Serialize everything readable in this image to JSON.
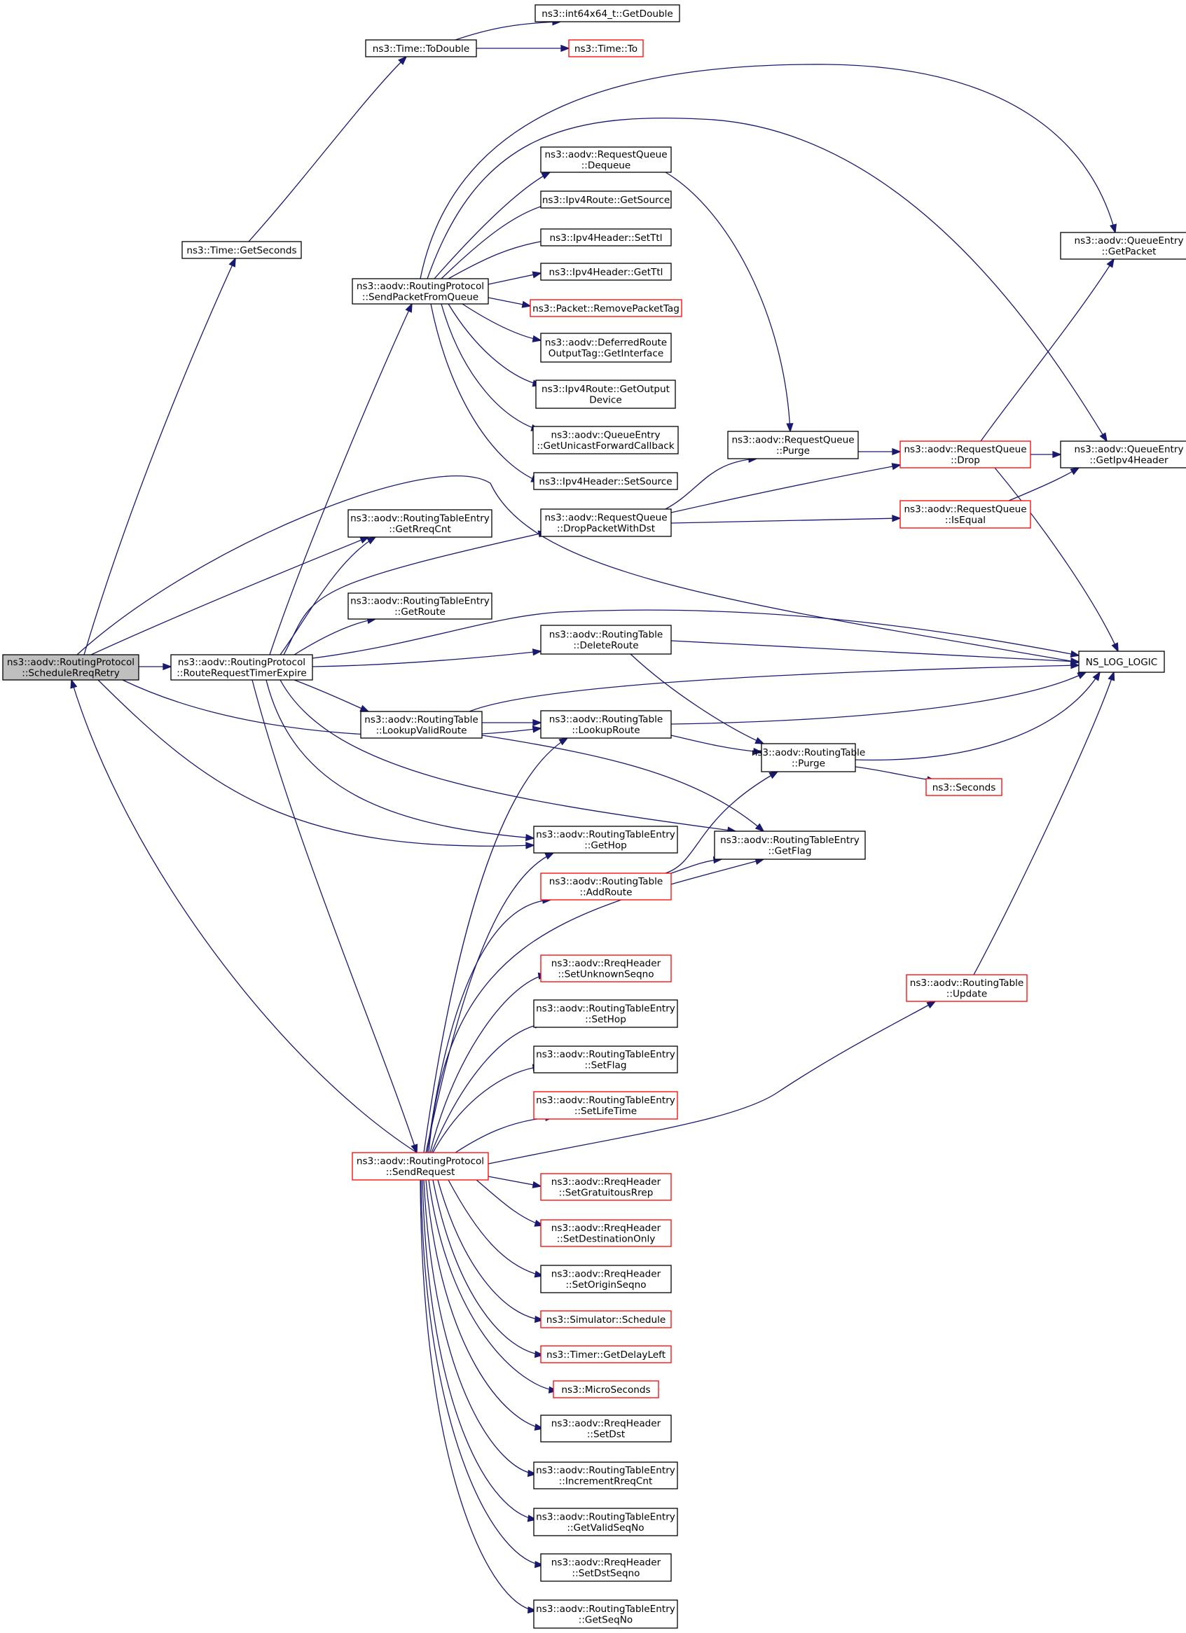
{
  "graph": {
    "colors": {
      "edge": "#191970",
      "root_fill": "#bfbfbf",
      "plain_border": "#000000",
      "undocumented_border": "#ff0000"
    },
    "nodes": [
      {
        "id": "scheduleRreqRetry",
        "lines": [
          "ns3::aodv::RoutingProtocol",
          "::ScheduleRreqRetry"
        ],
        "style": "root"
      },
      {
        "id": "routeRequestTimerExpire",
        "lines": [
          "ns3::aodv::RoutingProtocol",
          "::RouteRequestTimerExpire"
        ],
        "style": "plain"
      },
      {
        "id": "timeGetSeconds",
        "lines": [
          "ns3::Time::GetSeconds"
        ],
        "style": "plain"
      },
      {
        "id": "timeToDouble",
        "lines": [
          "ns3::Time::ToDouble"
        ],
        "style": "plain"
      },
      {
        "id": "int64GetDouble",
        "lines": [
          "ns3::int64x64_t::GetDouble"
        ],
        "style": "plain"
      },
      {
        "id": "timeTo",
        "lines": [
          "ns3::Time::To"
        ],
        "style": "red"
      },
      {
        "id": "sendPacketFromQueue",
        "lines": [
          "ns3::aodv::RoutingProtocol",
          "::SendPacketFromQueue"
        ],
        "style": "plain"
      },
      {
        "id": "rqDequeue",
        "lines": [
          "ns3::aodv::RequestQueue",
          "::Dequeue"
        ],
        "style": "plain"
      },
      {
        "id": "ipv4RouteGetSource",
        "lines": [
          "ns3::Ipv4Route::GetSource"
        ],
        "style": "plain"
      },
      {
        "id": "ipv4HeaderSetTtl",
        "lines": [
          "ns3::Ipv4Header::SetTtl"
        ],
        "style": "plain"
      },
      {
        "id": "ipv4HeaderGetTtl",
        "lines": [
          "ns3::Ipv4Header::GetTtl"
        ],
        "style": "plain"
      },
      {
        "id": "removePacketTag",
        "lines": [
          "ns3::Packet::RemovePacketTag"
        ],
        "style": "red"
      },
      {
        "id": "deferredGetInterface",
        "lines": [
          "ns3::aodv::DeferredRoute",
          "OutputTag::GetInterface"
        ],
        "style": "plain"
      },
      {
        "id": "ipv4RouteGetOutputDevice",
        "lines": [
          "ns3::Ipv4Route::GetOutput",
          "Device"
        ],
        "style": "plain"
      },
      {
        "id": "getUnicastForwardCallback",
        "lines": [
          "ns3::aodv::QueueEntry",
          "::GetUnicastForwardCallback"
        ],
        "style": "plain"
      },
      {
        "id": "ipv4HeaderSetSource",
        "lines": [
          "ns3::Ipv4Header::SetSource"
        ],
        "style": "plain"
      },
      {
        "id": "queueEntryGetPacket",
        "lines": [
          "ns3::aodv::QueueEntry",
          "::GetPacket"
        ],
        "style": "plain"
      },
      {
        "id": "rqPurge",
        "lines": [
          "ns3::aodv::RequestQueue",
          "::Purge"
        ],
        "style": "plain"
      },
      {
        "id": "rqDrop",
        "lines": [
          "ns3::aodv::RequestQueue",
          "::Drop"
        ],
        "style": "red"
      },
      {
        "id": "queueEntryGetIpv4Header",
        "lines": [
          "ns3::aodv::QueueEntry",
          "::GetIpv4Header"
        ],
        "style": "plain"
      },
      {
        "id": "rqDropPacketWithDst",
        "lines": [
          "ns3::aodv::RequestQueue",
          "::DropPacketWithDst"
        ],
        "style": "plain"
      },
      {
        "id": "rqIsEqual",
        "lines": [
          "ns3::aodv::RequestQueue",
          "::IsEqual"
        ],
        "style": "red"
      },
      {
        "id": "rteGetRreqCnt",
        "lines": [
          "ns3::aodv::RoutingTableEntry",
          "::GetRreqCnt"
        ],
        "style": "plain"
      },
      {
        "id": "rteGetRoute",
        "lines": [
          "ns3::aodv::RoutingTableEntry",
          "::GetRoute"
        ],
        "style": "plain"
      },
      {
        "id": "rtDeleteRoute",
        "lines": [
          "ns3::aodv::RoutingTable",
          "::DeleteRoute"
        ],
        "style": "plain"
      },
      {
        "id": "nsLogLogic",
        "lines": [
          "NS_LOG_LOGIC"
        ],
        "style": "plain"
      },
      {
        "id": "rtLookupValidRoute",
        "lines": [
          "ns3::aodv::RoutingTable",
          "::LookupValidRoute"
        ],
        "style": "plain"
      },
      {
        "id": "rtLookupRoute",
        "lines": [
          "ns3::aodv::RoutingTable",
          "::LookupRoute"
        ],
        "style": "plain"
      },
      {
        "id": "rtPurge",
        "lines": [
          "ns3::aodv::RoutingTable",
          "::Purge"
        ],
        "style": "plain"
      },
      {
        "id": "seconds",
        "lines": [
          "ns3::Seconds"
        ],
        "style": "red"
      },
      {
        "id": "rteGetHop",
        "lines": [
          "ns3::aodv::RoutingTableEntry",
          "::GetHop"
        ],
        "style": "plain"
      },
      {
        "id": "rteGetFlag",
        "lines": [
          "ns3::aodv::RoutingTableEntry",
          "::GetFlag"
        ],
        "style": "plain"
      },
      {
        "id": "rtAddRoute",
        "lines": [
          "ns3::aodv::RoutingTable",
          "::AddRoute"
        ],
        "style": "red"
      },
      {
        "id": "rreqSetUnknownSeqno",
        "lines": [
          "ns3::aodv::RreqHeader",
          "::SetUnknownSeqno"
        ],
        "style": "red"
      },
      {
        "id": "rtUpdate",
        "lines": [
          "ns3::aodv::RoutingTable",
          "::Update"
        ],
        "style": "red"
      },
      {
        "id": "rteSetHop",
        "lines": [
          "ns3::aodv::RoutingTableEntry",
          "::SetHop"
        ],
        "style": "plain"
      },
      {
        "id": "rteSetFlag",
        "lines": [
          "ns3::aodv::RoutingTableEntry",
          "::SetFlag"
        ],
        "style": "plain"
      },
      {
        "id": "rteSetLifeTime",
        "lines": [
          "ns3::aodv::RoutingTableEntry",
          "::SetLifeTime"
        ],
        "style": "red"
      },
      {
        "id": "sendRequest",
        "lines": [
          "ns3::aodv::RoutingProtocol",
          "::SendRequest"
        ],
        "style": "red"
      },
      {
        "id": "rreqSetGratuitousRrep",
        "lines": [
          "ns3::aodv::RreqHeader",
          "::SetGratuitousRrep"
        ],
        "style": "red"
      },
      {
        "id": "rreqSetDestinationOnly",
        "lines": [
          "ns3::aodv::RreqHeader",
          "::SetDestinationOnly"
        ],
        "style": "red"
      },
      {
        "id": "rreqSetOriginSeqno",
        "lines": [
          "ns3::aodv::RreqHeader",
          "::SetOriginSeqno"
        ],
        "style": "plain"
      },
      {
        "id": "simulatorSchedule",
        "lines": [
          "ns3::Simulator::Schedule"
        ],
        "style": "red"
      },
      {
        "id": "timerGetDelayLeft",
        "lines": [
          "ns3::Timer::GetDelayLeft"
        ],
        "style": "red"
      },
      {
        "id": "microSeconds",
        "lines": [
          "ns3::MicroSeconds"
        ],
        "style": "red"
      },
      {
        "id": "rreqSetDst",
        "lines": [
          "ns3::aodv::RreqHeader",
          "::SetDst"
        ],
        "style": "plain"
      },
      {
        "id": "rteIncrementRreqCnt",
        "lines": [
          "ns3::aodv::RoutingTableEntry",
          "::IncrementRreqCnt"
        ],
        "style": "plain"
      },
      {
        "id": "rteGetValidSeqNo",
        "lines": [
          "ns3::aodv::RoutingTableEntry",
          "::GetValidSeqNo"
        ],
        "style": "plain"
      },
      {
        "id": "rreqSetDstSeqno",
        "lines": [
          "ns3::aodv::RreqHeader",
          "::SetDstSeqno"
        ],
        "style": "plain"
      },
      {
        "id": "rteGetSeqNo",
        "lines": [
          "ns3::aodv::RoutingTableEntry",
          "::GetSeqNo"
        ],
        "style": "plain"
      }
    ],
    "edges": [
      {
        "from": "scheduleRreqRetry",
        "to": "routeRequestTimerExpire"
      },
      {
        "from": "scheduleRreqRetry",
        "to": "timeGetSeconds"
      },
      {
        "from": "scheduleRreqRetry",
        "to": "rteGetRreqCnt"
      },
      {
        "from": "scheduleRreqRetry",
        "to": "nsLogLogic"
      },
      {
        "from": "scheduleRreqRetry",
        "to": "rtLookupRoute"
      },
      {
        "from": "scheduleRreqRetry",
        "to": "rteGetHop"
      },
      {
        "from": "timeGetSeconds",
        "to": "timeToDouble"
      },
      {
        "from": "timeToDouble",
        "to": "int64GetDouble"
      },
      {
        "from": "timeToDouble",
        "to": "timeTo"
      },
      {
        "from": "routeRequestTimerExpire",
        "to": "sendPacketFromQueue"
      },
      {
        "from": "routeRequestTimerExpire",
        "to": "rteGetRreqCnt"
      },
      {
        "from": "routeRequestTimerExpire",
        "to": "rqDropPacketWithDst"
      },
      {
        "from": "routeRequestTimerExpire",
        "to": "rteGetRoute"
      },
      {
        "from": "routeRequestTimerExpire",
        "to": "nsLogLogic"
      },
      {
        "from": "routeRequestTimerExpire",
        "to": "rtDeleteRoute"
      },
      {
        "from": "routeRequestTimerExpire",
        "to": "rtLookupValidRoute"
      },
      {
        "from": "routeRequestTimerExpire",
        "to": "rteGetHop"
      },
      {
        "from": "routeRequestTimerExpire",
        "to": "rteGetFlag"
      },
      {
        "from": "routeRequestTimerExpire",
        "to": "sendRequest"
      },
      {
        "from": "sendPacketFromQueue",
        "to": "queueEntryGetPacket"
      },
      {
        "from": "sendPacketFromQueue",
        "to": "queueEntryGetIpv4Header"
      },
      {
        "from": "sendPacketFromQueue",
        "to": "rqDequeue"
      },
      {
        "from": "sendPacketFromQueue",
        "to": "ipv4RouteGetSource"
      },
      {
        "from": "sendPacketFromQueue",
        "to": "ipv4HeaderSetTtl"
      },
      {
        "from": "sendPacketFromQueue",
        "to": "ipv4HeaderGetTtl"
      },
      {
        "from": "sendPacketFromQueue",
        "to": "removePacketTag"
      },
      {
        "from": "sendPacketFromQueue",
        "to": "deferredGetInterface"
      },
      {
        "from": "sendPacketFromQueue",
        "to": "ipv4RouteGetOutputDevice"
      },
      {
        "from": "sendPacketFromQueue",
        "to": "getUnicastForwardCallback"
      },
      {
        "from": "sendPacketFromQueue",
        "to": "ipv4HeaderSetSource"
      },
      {
        "from": "rqDequeue",
        "to": "rqPurge"
      },
      {
        "from": "rqPurge",
        "to": "rqDrop"
      },
      {
        "from": "rqDrop",
        "to": "queueEntryGetPacket"
      },
      {
        "from": "rqDrop",
        "to": "queueEntryGetIpv4Header"
      },
      {
        "from": "rqDrop",
        "to": "nsLogLogic"
      },
      {
        "from": "rqDropPacketWithDst",
        "to": "rqPurge"
      },
      {
        "from": "rqDropPacketWithDst",
        "to": "rqDrop"
      },
      {
        "from": "rqDropPacketWithDst",
        "to": "rqIsEqual"
      },
      {
        "from": "rqIsEqual",
        "to": "queueEntryGetIpv4Header"
      },
      {
        "from": "rtDeleteRoute",
        "to": "nsLogLogic"
      },
      {
        "from": "rtDeleteRoute",
        "to": "rtPurge"
      },
      {
        "from": "rtLookupValidRoute",
        "to": "nsLogLogic"
      },
      {
        "from": "rtLookupValidRoute",
        "to": "rtLookupRoute"
      },
      {
        "from": "rtLookupValidRoute",
        "to": "rteGetFlag"
      },
      {
        "from": "rtLookupRoute",
        "to": "nsLogLogic"
      },
      {
        "from": "rtLookupRoute",
        "to": "rtPurge"
      },
      {
        "from": "rtPurge",
        "to": "nsLogLogic"
      },
      {
        "from": "rtPurge",
        "to": "seconds"
      },
      {
        "from": "rtAddRoute",
        "to": "rtPurge"
      },
      {
        "from": "rtAddRoute",
        "to": "rteGetFlag"
      },
      {
        "from": "rtUpdate",
        "to": "nsLogLogic"
      },
      {
        "from": "sendRequest",
        "to": "scheduleRreqRetry"
      },
      {
        "from": "sendRequest",
        "to": "rtLookupRoute"
      },
      {
        "from": "sendRequest",
        "to": "rteGetHop"
      },
      {
        "from": "sendRequest",
        "to": "rtAddRoute"
      },
      {
        "from": "sendRequest",
        "to": "rteGetFlag"
      },
      {
        "from": "sendRequest",
        "to": "rreqSetUnknownSeqno"
      },
      {
        "from": "sendRequest",
        "to": "rteSetHop"
      },
      {
        "from": "sendRequest",
        "to": "rteSetFlag"
      },
      {
        "from": "sendRequest",
        "to": "rteSetLifeTime"
      },
      {
        "from": "sendRequest",
        "to": "rtUpdate"
      },
      {
        "from": "sendRequest",
        "to": "rreqSetGratuitousRrep"
      },
      {
        "from": "sendRequest",
        "to": "rreqSetDestinationOnly"
      },
      {
        "from": "sendRequest",
        "to": "rreqSetOriginSeqno"
      },
      {
        "from": "sendRequest",
        "to": "simulatorSchedule"
      },
      {
        "from": "sendRequest",
        "to": "timerGetDelayLeft"
      },
      {
        "from": "sendRequest",
        "to": "microSeconds"
      },
      {
        "from": "sendRequest",
        "to": "rreqSetDst"
      },
      {
        "from": "sendRequest",
        "to": "rteIncrementRreqCnt"
      },
      {
        "from": "sendRequest",
        "to": "rteGetValidSeqNo"
      },
      {
        "from": "sendRequest",
        "to": "rreqSetDstSeqno"
      },
      {
        "from": "sendRequest",
        "to": "rteGetSeqNo"
      }
    ]
  }
}
